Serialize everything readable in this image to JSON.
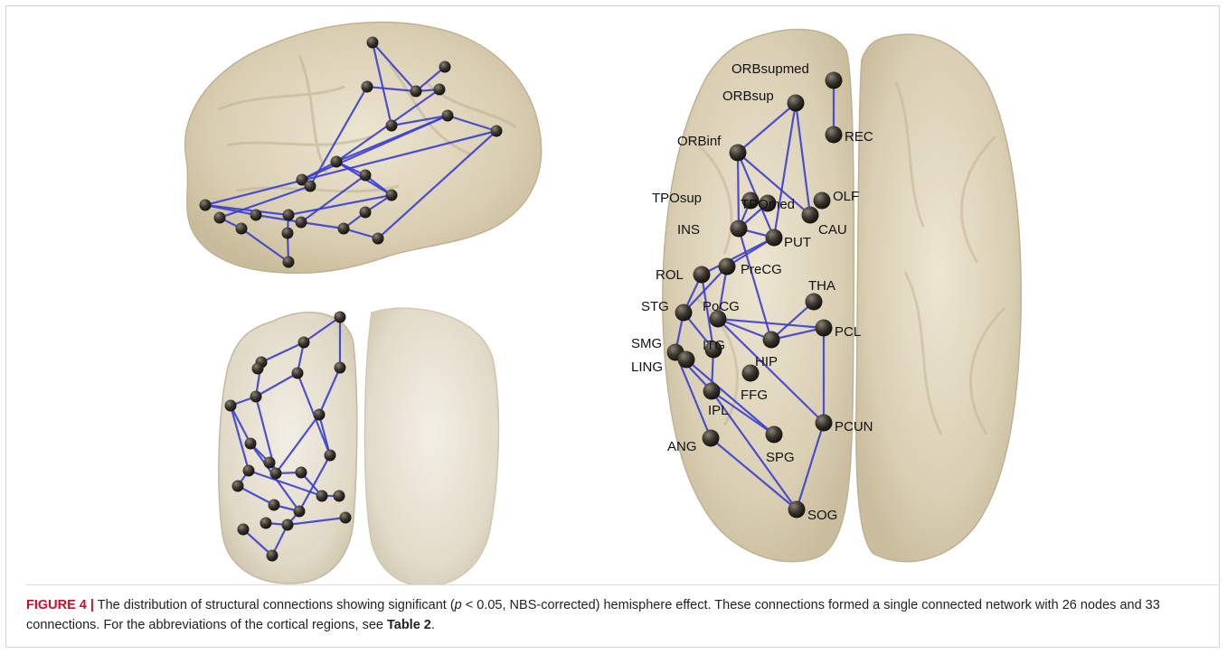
{
  "figure": {
    "label": "FIGURE 4 |",
    "caption_pre": "The distribution of structural connections showing significant (",
    "caption_p": "p",
    "caption_mid": " < 0.05, NBS-corrected) hemisphere effect. These connections formed a single connected network with 26 nodes and 33 connections. For the abbreviations of the cortical regions, see ",
    "caption_table": "Table 2",
    "caption_end": "."
  },
  "regions": [
    "ORBsupmed",
    "ORBsup",
    "REC",
    "ORBinf",
    "TPOsup",
    "TPOmed",
    "OLF",
    "CAU",
    "INS",
    "PUT",
    "PreCG",
    "ROL",
    "THA",
    "STG",
    "PoCG",
    "SMG",
    "ITG",
    "HIP",
    "PCL",
    "LING",
    "FFG",
    "IPL",
    "PCUN",
    "ANG",
    "SPG",
    "SOG"
  ],
  "colors": {
    "edge": "#3a3fd1",
    "node": "#2a2620",
    "brain_fill": "#d8ccb0",
    "brain_edge": "#b9ab8c",
    "caption_label": "#c8102e"
  }
}
